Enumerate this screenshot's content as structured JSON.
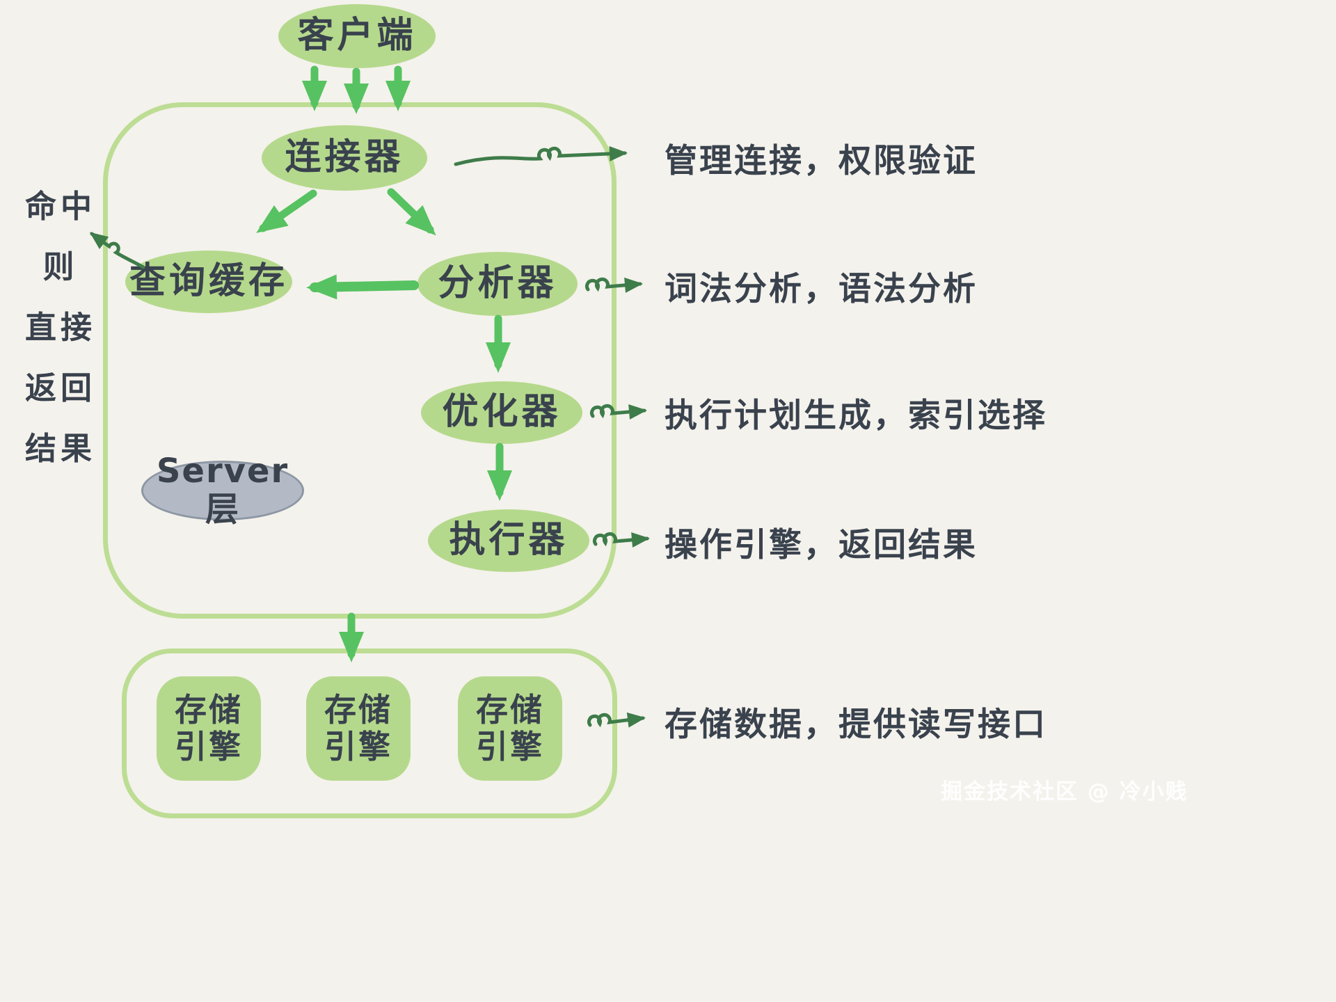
{
  "colors": {
    "background": "#f4f2ec",
    "node_fill": "#b5d98c",
    "box_stroke": "#bcdd93",
    "thick_arrow": "#57c261",
    "thin_arrow": "#3e7c4a",
    "ink": "#39424d",
    "server_fill": "#b3bac6",
    "server_stroke": "#8d97a4",
    "watermark": "#ffffff"
  },
  "diagram": {
    "client": "客户端",
    "server_box_label": "Server层",
    "nodes": {
      "connector": "连接器",
      "query_cache": "查询缓存",
      "analyzer": "分析器",
      "optimizer": "优化器",
      "executor": "执行器"
    },
    "storage_engines": [
      {
        "line1": "存储",
        "line2": "引擎"
      },
      {
        "line1": "存储",
        "line2": "引擎"
      },
      {
        "line1": "存储",
        "line2": "引擎"
      }
    ],
    "annotations": {
      "connector": "管理连接，权限验证",
      "analyzer": "词法分析，语法分析",
      "optimizer": "执行计划生成，索引选择",
      "executor": "操作引擎，返回结果",
      "storage": "存储数据，提供读写接口"
    },
    "cache_hit_note": [
      "命中",
      "则",
      "直接",
      "返回",
      "结果"
    ]
  },
  "watermark": "掘金技术社区 @ 冷小贱"
}
